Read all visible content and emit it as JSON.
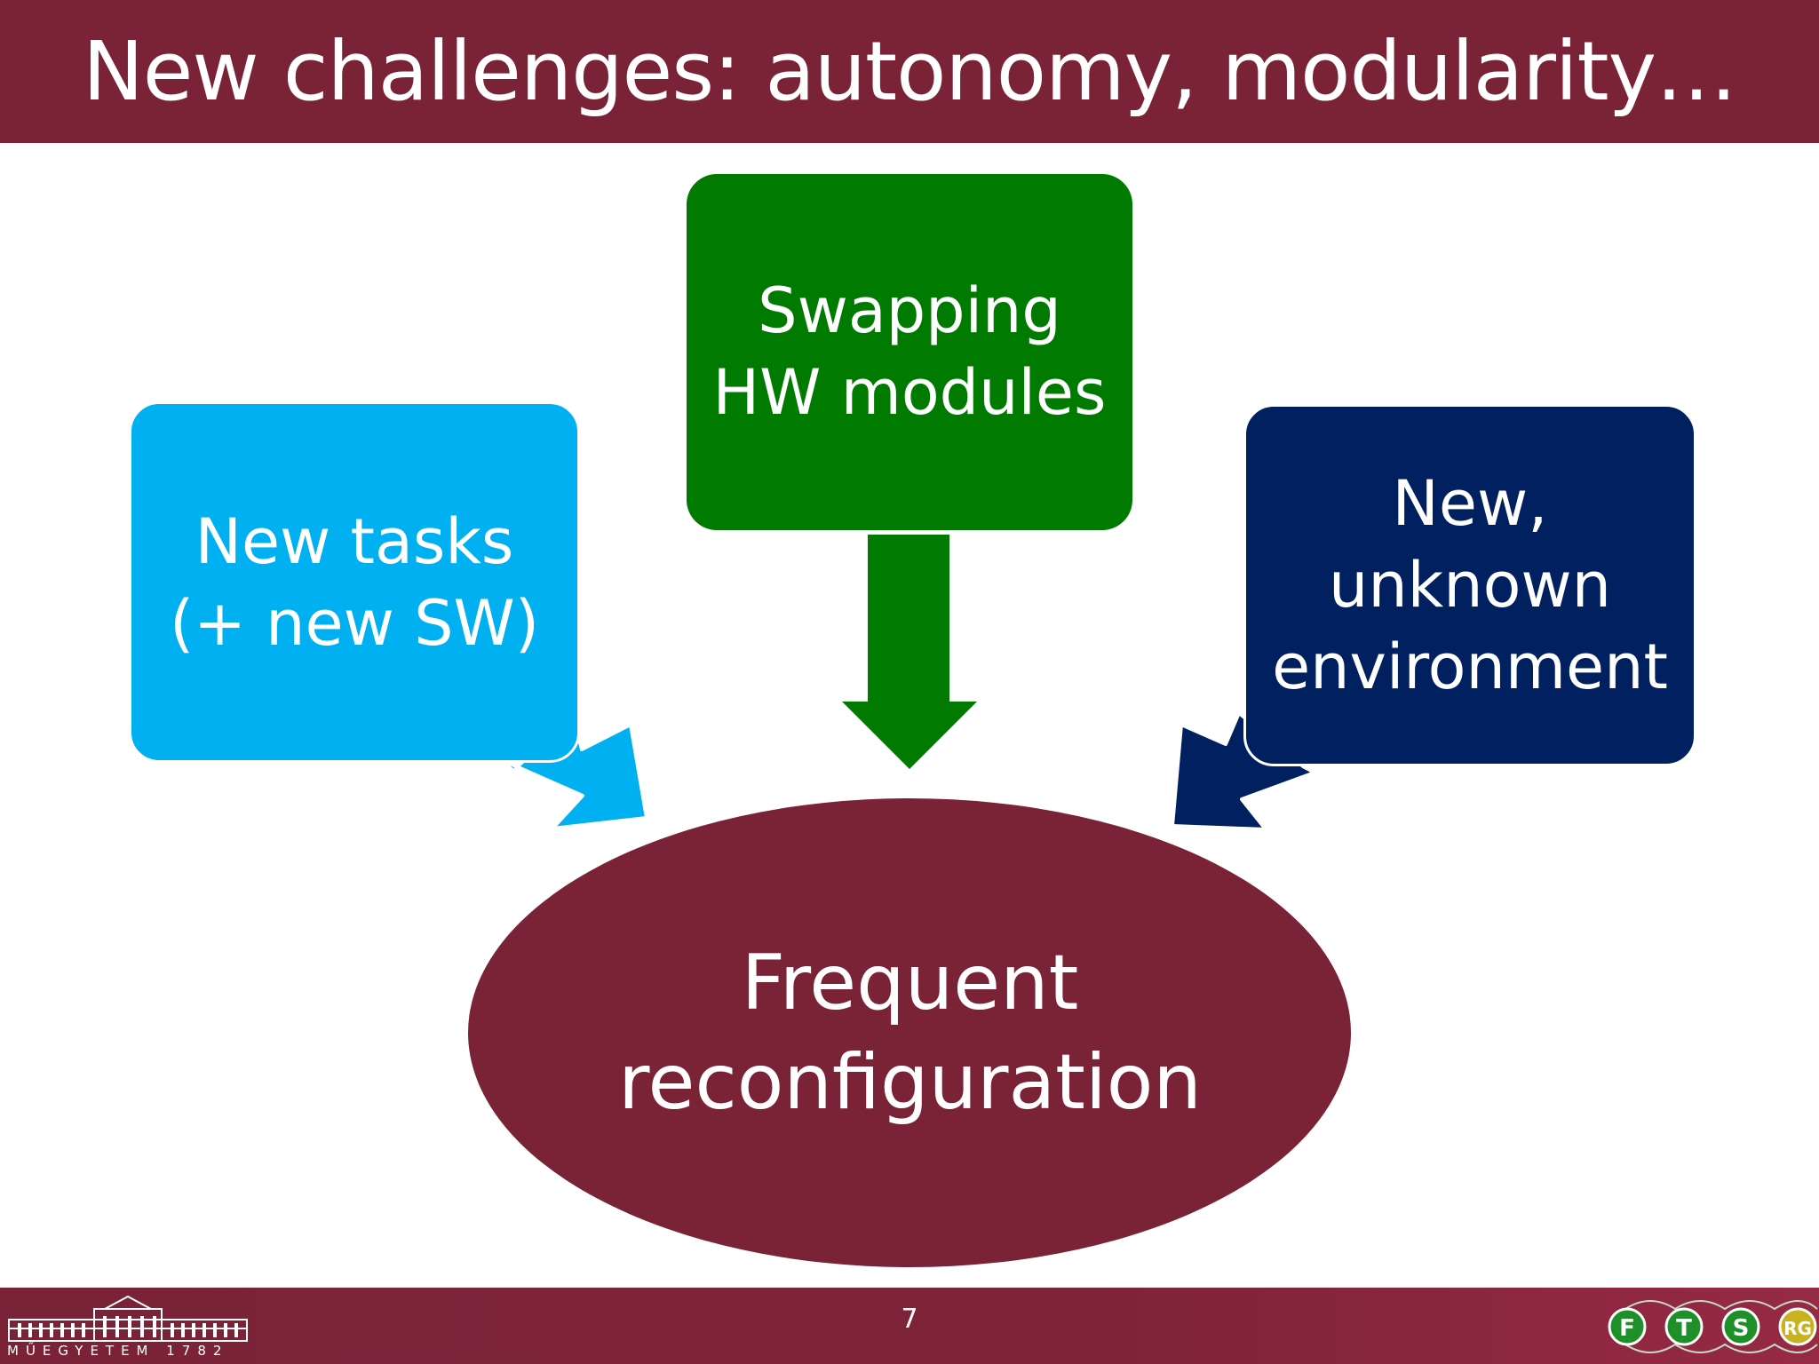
{
  "slide": {
    "title": "New challenges: autonomy, modularity…",
    "page_number": "7"
  },
  "diagram": {
    "boxes": [
      {
        "id": "tasks",
        "label": "New tasks\n(+ new SW)",
        "color": "#00b0f0"
      },
      {
        "id": "hw",
        "label": "Swapping\nHW modules",
        "color": "#007a00"
      },
      {
        "id": "env",
        "label": "New,\nunknown\nenvironment",
        "color": "#002060"
      }
    ],
    "center": {
      "label": "Frequent\nreconfiguration",
      "color": "#7a2337"
    }
  },
  "footer": {
    "university_caption": "MŰEGYETEM 1782",
    "group_logo_letters": [
      "F",
      "T",
      "S",
      "RG"
    ]
  }
}
